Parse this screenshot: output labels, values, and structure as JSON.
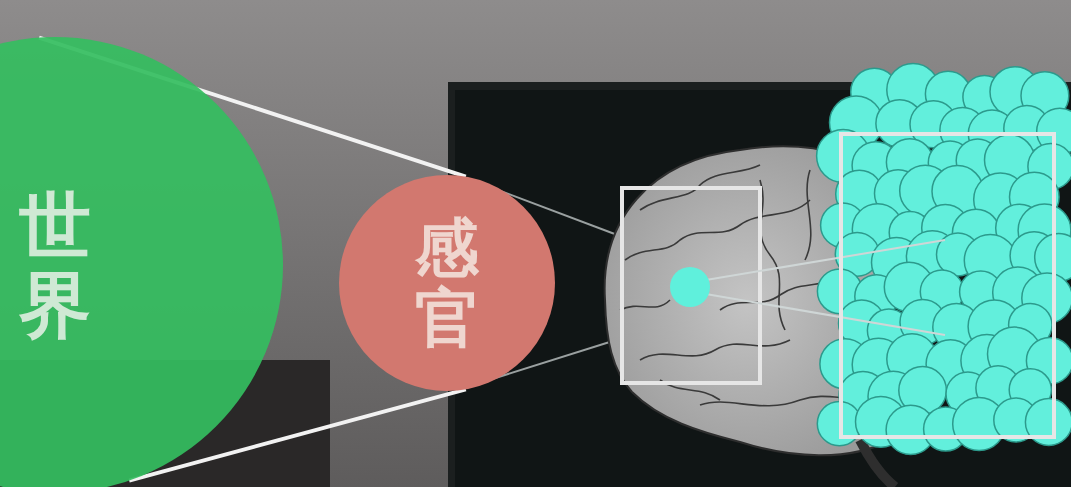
{
  "diagram": {
    "nodes": [
      {
        "text": [
          "世界"
        ]
      },
      {
        "text": [
          "感官"
        ]
      }
    ],
    "edges": [
      {
        "from": 0,
        "to": 1,
        "arrow": "none"
      },
      {
        "from": 0,
        "to": 1,
        "arrow": "none"
      }
    ]
  }
}
